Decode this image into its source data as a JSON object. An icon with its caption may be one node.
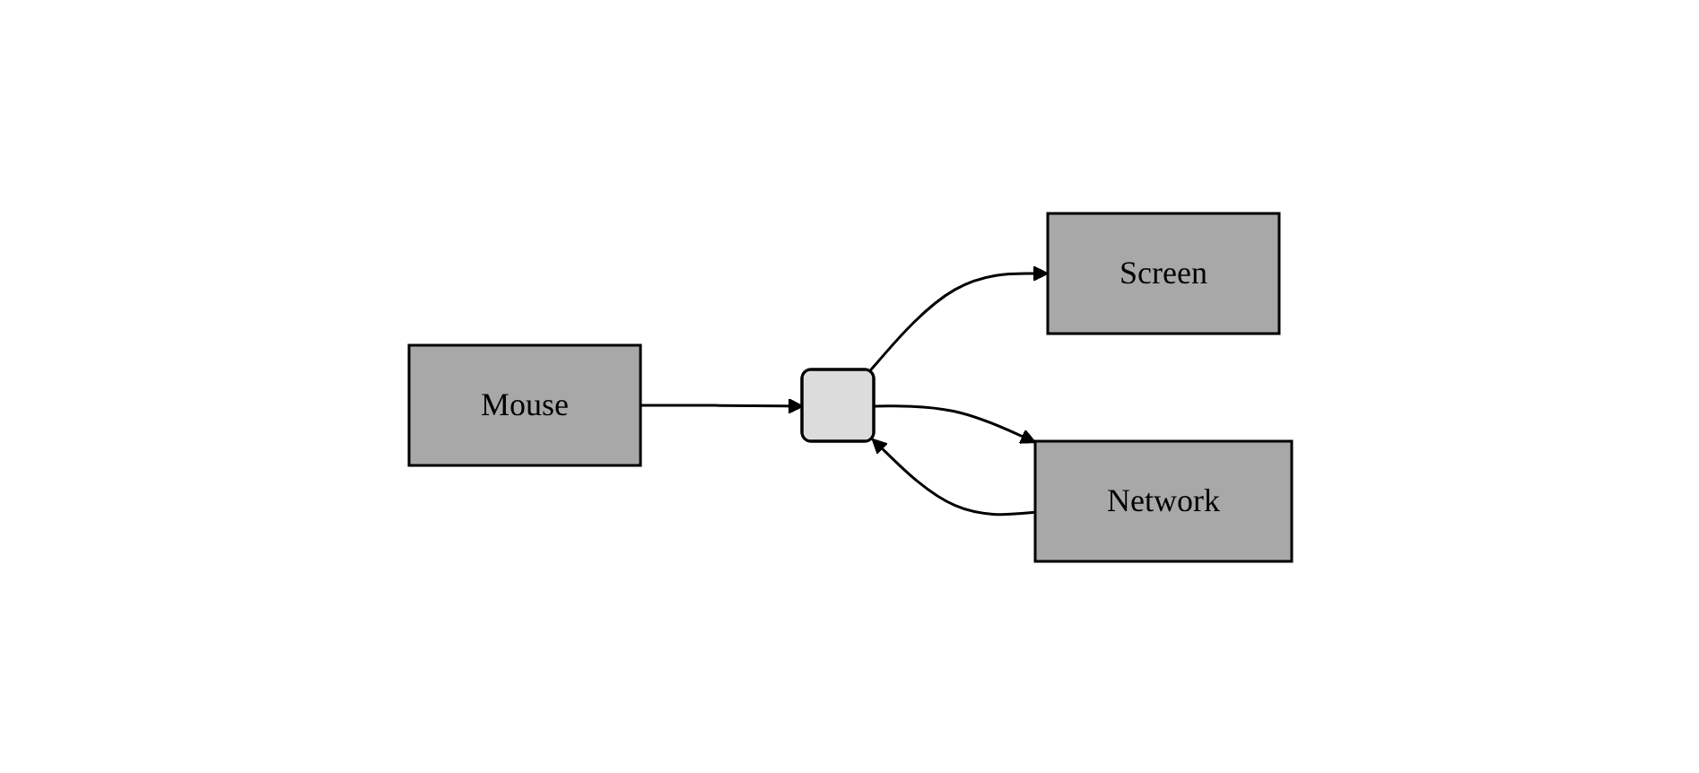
{
  "diagram": {
    "nodes": [
      {
        "text": [
          "Mouse"
        ]
      },
      {
        "text": [],
        "shape": "box"
      },
      {
        "text": [
          "Screen"
        ]
      },
      {
        "text": [
          "Network"
        ]
      }
    ],
    "edges": [
      {
        "from": 0,
        "to": 1,
        "arrow": "to"
      },
      {
        "from": 1,
        "to": 2,
        "arrow": "to"
      },
      {
        "from": 1,
        "to": 3,
        "arrow": "to"
      },
      {
        "from": 3,
        "to": 1,
        "arrow": "to"
      }
    ]
  }
}
